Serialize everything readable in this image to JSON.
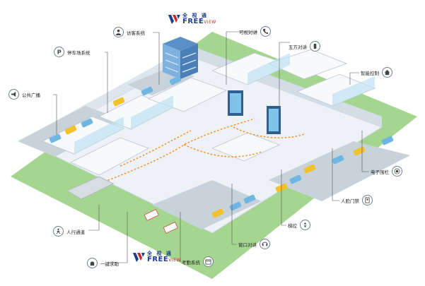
{
  "logo_top": {
    "cn": "全 视 通",
    "en": "FREE",
    "en_small": "VIEW"
  },
  "logo_bottom": {
    "cn": "全 视 通",
    "en": "FREE",
    "en_small": "VIEW"
  },
  "labels": {
    "visitor": "访客系统",
    "parking": "停车场系统",
    "broadcast": "公共广播",
    "visual_intercom": "可视对讲",
    "five_way": "五方对讲",
    "smart_control": "智能控制",
    "e_fence": "电子围栏",
    "face_access": "人脸门禁",
    "elevator": "梯控",
    "window_intercom": "窗口对讲",
    "attendance": "考勤系统",
    "sos": "一键求助",
    "pedestrian": "人行通道"
  },
  "colors": {
    "brand_blue": "#1f3e86",
    "brand_red": "#c8282c",
    "grass": "#9fd38c",
    "floor": "#eef2f5",
    "route": "#f08a1c"
  }
}
